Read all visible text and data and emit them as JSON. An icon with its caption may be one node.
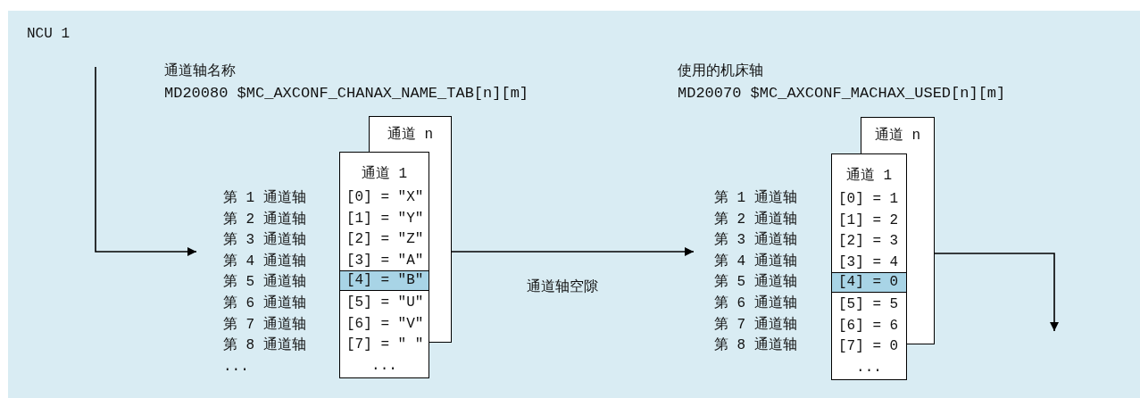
{
  "diagram": {
    "nodes": [
      {
        "text": [
          "NCU 1"
        ]
      },
      {
        "text": [
          "第 1 通道轴",
          "第 2 通道轴",
          "第 3 通道轴",
          "第 4 通道轴",
          "第 5 通道轴",
          "第 6 通道轴",
          "第 7 通道轴",
          "第 8 通道轴",
          "..."
        ],
        "in": 0
      },
      {
        "text": [
          "通道 n"
        ],
        "in": 0
      },
      {
        "text": [],
        "shape": "box",
        "in": 0
      },
      {
        "text": [
          "通道 1",
          "[0] = ″X″",
          "[1] = ″Y″",
          "[2] = ″Z″",
          "[3] = ″A″",
          "[4] = ″B″",
          "[5] = ″U″",
          "[6] = ″V″",
          "[7] = ″ ″",
          "..."
        ],
        "in": 0
      },
      {
        "text": [
          "第 1 通道轴",
          "第 2 通道轴",
          "第 3 通道轴",
          "第 4 通道轴",
          "第 5 通道轴",
          "第 6 通道轴",
          "第 7 通道轴",
          "第 8 通道轴"
        ],
        "in": 0
      },
      {
        "text": [
          "通道 n"
        ],
        "in": 0
      },
      {
        "text": [],
        "shape": "box",
        "in": 0
      },
      {
        "text": [
          "通道 1",
          "[0] = 1",
          "[1] = 2",
          "[2] = 3",
          "[3] = 4",
          "[4] = 0",
          "[5] = 5",
          "[6] = 6",
          "[7] = 0",
          "..."
        ],
        "in": 0
      }
    ],
    "edges": [
      {
        "from": null,
        "to": 1,
        "arrow": "to"
      },
      {
        "from": 3,
        "to": 5,
        "arrow": "to",
        "label": "通道轴空隙"
      },
      {
        "from": 7,
        "to": null,
        "arrow": "to"
      }
    ],
    "labels": [
      "通道轴名称",
      "MD20080 $MC_AXCONF_CHANAX_NAME_TAB[n][m]",
      "使用的机床轴",
      "MD20070 $MC_AXCONF_MACHAX_USED[n][m]"
    ]
  }
}
